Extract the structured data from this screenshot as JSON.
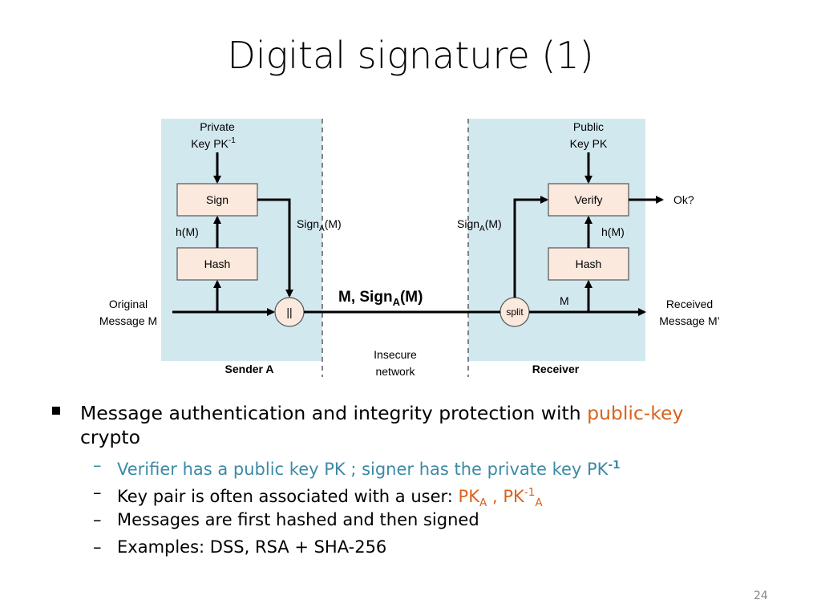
{
  "slide": {
    "title": "Digital signature (1)",
    "page_number": "24"
  },
  "diagram": {
    "private_key_label_1": "Private",
    "private_key_label_2": "Key PK",
    "private_key_sup": "-1",
    "public_key_label_1": "Public",
    "public_key_label_2": "Key PK",
    "sign_box": "Sign",
    "hash_box": "Hash",
    "verify_box": "Verify",
    "concat_box": "||",
    "split_box": "split",
    "hm_label": "h(M)",
    "sign_prefix": "Sign",
    "sign_sub": "A",
    "sign_suffix": "(M)",
    "original_1": "Original",
    "original_2": "Message M",
    "received_1": "Received",
    "received_2": "Message M’",
    "m_label": "M",
    "ok_label": "Ok?",
    "channel_prefix": "M, Sign",
    "channel_sub": "A",
    "channel_suffix": "(M)",
    "insecure_1": "Insecure",
    "insecure_2": "network",
    "sender": "Sender A",
    "receiver": "Receiver",
    "colors": {
      "panel": "#d2e8ef",
      "box": "#fbe9de",
      "accent": "#d8641e",
      "teal": "#3c8aa6"
    }
  },
  "bullets": {
    "b1_text": "Message authentication and integrity protection with ",
    "b1_highlight": "public-key",
    "b1_tail": "crypto",
    "s1": "Verifier has a public key PK ; signer has the private key PK",
    "s1_sup": "-1",
    "s2_text": "Key pair is often associated with a user: ",
    "s2_pk": "PK",
    "s2_a": "A",
    "s2_sep": " , PK",
    "s2_sup": "-1",
    "s2_a2": "A",
    "s3": "Messages are first hashed and then signed",
    "s4": "Examples: DSS, RSA + SHA-256",
    "dash": "–"
  }
}
